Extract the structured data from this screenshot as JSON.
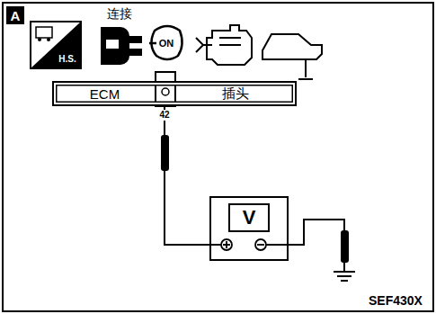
{
  "diagram": {
    "nodes": [
      {
        "text": [
          "ECM",
          "插头"
        ]
      },
      {
        "text": [
          "V"
        ]
      }
    ],
    "edges": [
      {
        "from": 0,
        "to": 1,
        "arrow": "none"
      }
    ],
    "labels": [
      "A",
      "H.S.",
      "连接",
      "ON",
      "42",
      "SEF430X"
    ]
  }
}
